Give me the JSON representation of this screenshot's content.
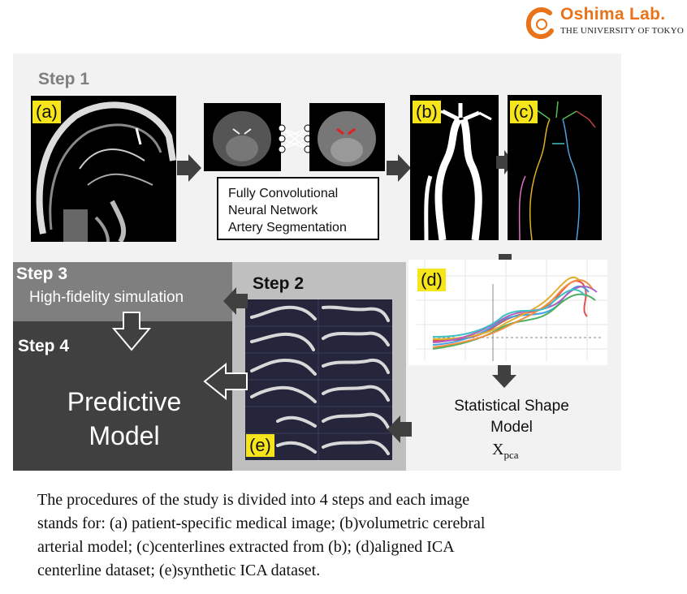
{
  "logo": {
    "name": "Oshima Lab.",
    "university": "THE UNIVERSITY OF TOKYO",
    "accent_color": "#e8731a"
  },
  "steps": {
    "step1": "Step 1",
    "step2": "Step 2",
    "step3": "Step 3",
    "step4": "Step 4"
  },
  "panels": {
    "a": "(a)",
    "b": "(b)",
    "c": "(c)",
    "d": "(d)",
    "e": "(e)"
  },
  "fcn": {
    "line1": "Fully Convolutional",
    "line2": "Neural Network",
    "line3": "Artery Segmentation"
  },
  "step3_text": "High-fidelity simulation",
  "predictive": {
    "line1": "Predictive",
    "line2": "Model"
  },
  "ssm": {
    "line1": "Statistical Shape",
    "line2": "Model",
    "x_base": "X",
    "x_sub": "pca"
  },
  "caption": {
    "line1": "The procedures of the study is divided into 4 steps and each image",
    "line2": "stands for: (a) patient-specific medical image; (b)volumetric cerebral",
    "line3": "arterial model; (c)centerlines extracted from (b); (d)aligned ICA",
    "line4": "centerline dataset; (e)synthetic ICA dataset."
  },
  "colors": {
    "panel_bg": "#f2f2f2",
    "step3_bg": "#7f7f7f",
    "step4_bg": "#404040",
    "step2_bg": "#bfbfbf",
    "tag_yellow": "#f7e51b",
    "arrow": "#404040"
  }
}
